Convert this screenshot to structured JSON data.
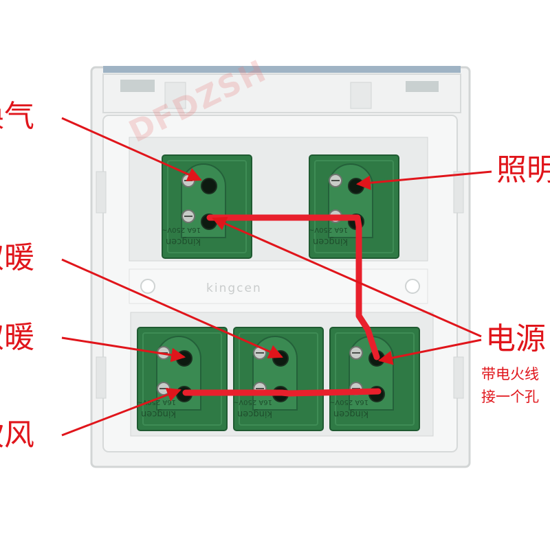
{
  "watermark": "DFDZSH",
  "panel_brand": "kingcen",
  "module_brand": "kingcen",
  "module_rating": "16A 250V~",
  "labels": {
    "ventilation": "换气",
    "lighting": "照明",
    "heating_1": "取暖",
    "heating_2": "取暖",
    "blower": "吹风",
    "power": "电源"
  },
  "power_notes": [
    "带电火线",
    "接一个孔"
  ],
  "colors": {
    "label": "#e0151b",
    "wire": "#e8202c",
    "module": "#2f7a45",
    "panel": "#f4f5f5"
  },
  "icons": [
    "screw-icon",
    "terminal-hole-icon",
    "wire",
    "arrow"
  ]
}
